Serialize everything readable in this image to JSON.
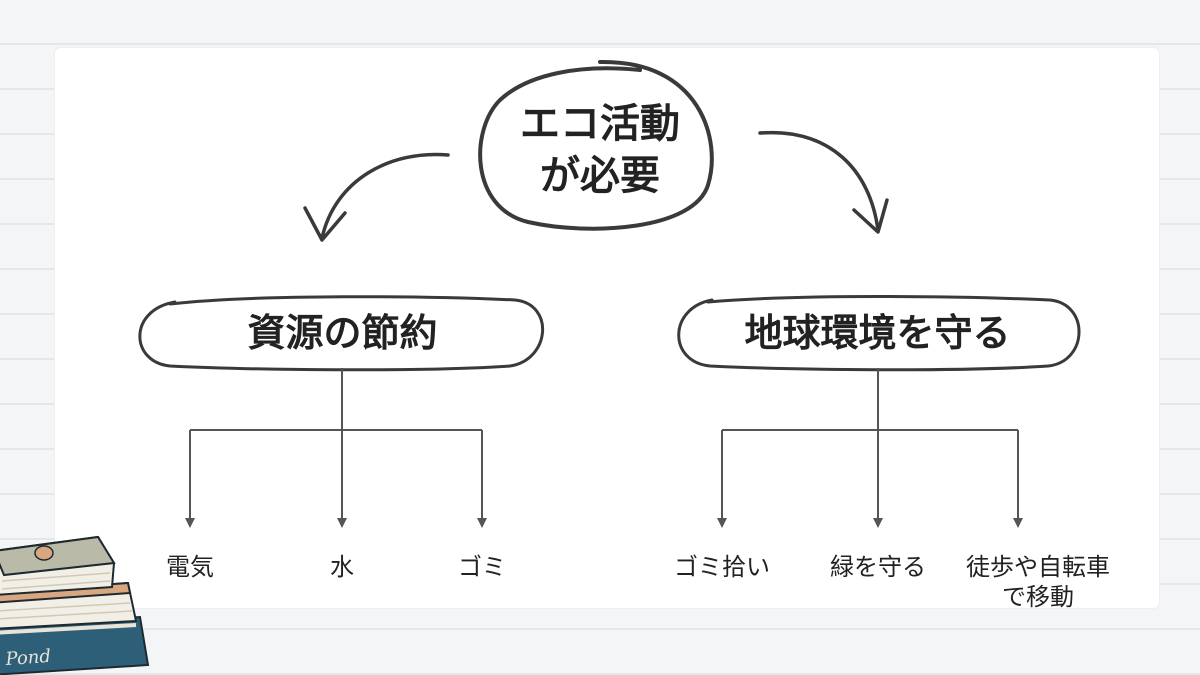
{
  "title": "エコ活動\nが必要",
  "branches": [
    {
      "label": "資源の節約",
      "items": [
        "電気",
        "水",
        "ゴミ"
      ]
    },
    {
      "label": "地球環境を守る",
      "items": [
        "ゴミ拾い",
        "緑を守る",
        "徒歩や自転車\nで移動"
      ]
    }
  ],
  "decoration": {
    "book_spine_text": "Pond"
  },
  "colors": {
    "ink": "#3a3a3a",
    "book_green": "#b9bba8",
    "book_peach": "#d9a77f",
    "book_teal": "#2d5f78"
  }
}
